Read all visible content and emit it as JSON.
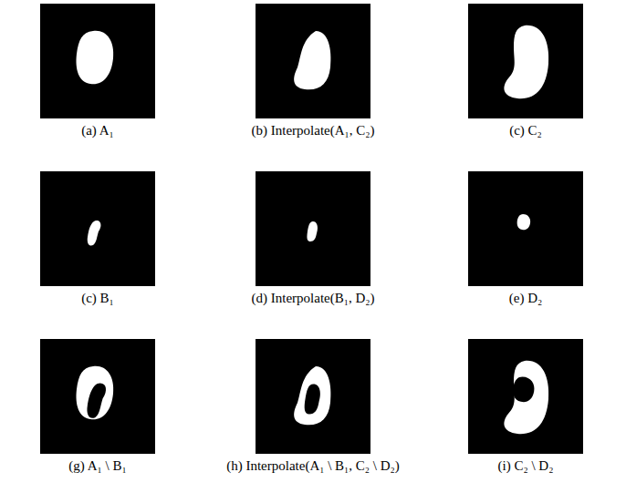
{
  "diagram": {
    "labels": [
      "(a) A₁",
      "(b) Interpolate(A₁, C₂)",
      "(c) C₂",
      "(c) B₁",
      "(d) Interpolate(B₁, D₂)",
      "(e) D₂",
      "(g) A₁ \\ B₁",
      "(h) Interpolate(A₁ \\ B₁, C₂ \\ D₂)",
      "(i) C₂ \\ D₂"
    ]
  }
}
